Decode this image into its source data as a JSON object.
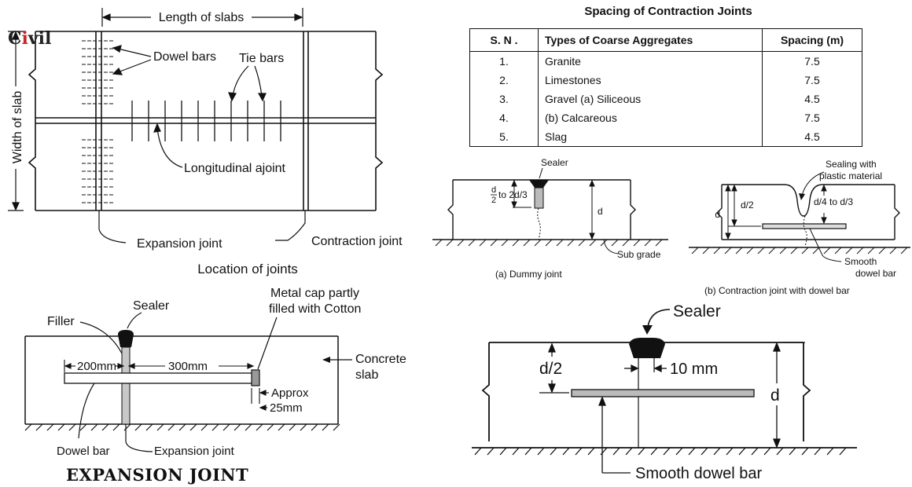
{
  "logo": {
    "text_prefix": "C",
    "text_accent": "i",
    "text_suffix": "vil"
  },
  "layout_plan": {
    "length_label": "Length of slabs",
    "width_label": "Width of slab",
    "dowel_label": "Dowel bars",
    "tie_label": "Tie bars",
    "longitudinal_label": "Longitudinal ajoint",
    "expansion_label": "Expansion joint",
    "contraction_label": "Contraction joint",
    "caption": "Location of joints"
  },
  "spacing_table": {
    "title": "Spacing of Contraction Joints",
    "headers": [
      "S. N .",
      "Types of Coarse Aggregates",
      "Spacing (m)"
    ],
    "rows": [
      {
        "sn": "1.",
        "type": "Granite",
        "spacing": "7.5"
      },
      {
        "sn": "2.",
        "type": "Limestones",
        "spacing": "7.5"
      },
      {
        "sn": "3.",
        "type": "Gravel (a) Siliceous",
        "spacing": "4.5"
      },
      {
        "sn": "4.",
        "type": "(b) Calcareous",
        "spacing": "7.5"
      },
      {
        "sn": "5.",
        "type": "Slag",
        "spacing": "4.5"
      }
    ]
  },
  "dummy_joint": {
    "sealer": "Sealer",
    "depth_label": "d",
    "fraction_num": "d",
    "fraction_den": "2",
    "fraction_rest": "to 2d/3",
    "subgrade": "Sub grade",
    "caption": "(a) Dummy joint"
  },
  "contraction_small": {
    "sealing_line1": "Sealing with",
    "sealing_line2": "plastic material",
    "half_depth": "d/2",
    "depth": "d",
    "range": "d/4 to d/3",
    "bar_line1": "Smooth",
    "bar_line2": "dowel bar",
    "caption": "(b) Contraction joint with dowel bar"
  },
  "expansion_joint": {
    "sealer": "Sealer",
    "filler": "Filler",
    "cap_line1": "Metal cap partly",
    "cap_line2": "filled with Cotton",
    "slab_line1": "Concrete",
    "slab_line2": "slab",
    "dim_left": "200mm",
    "dim_right": "300mm",
    "approx": "Approx",
    "gap": "25mm",
    "dowel": "Dowel bar",
    "joint": "Expansion joint",
    "title": "EXPANSION JOINT"
  },
  "large_joint": {
    "sealer": "Sealer",
    "half_depth": "d/2",
    "gap": "10 mm",
    "depth": "d",
    "bar": "Smooth dowel bar"
  }
}
